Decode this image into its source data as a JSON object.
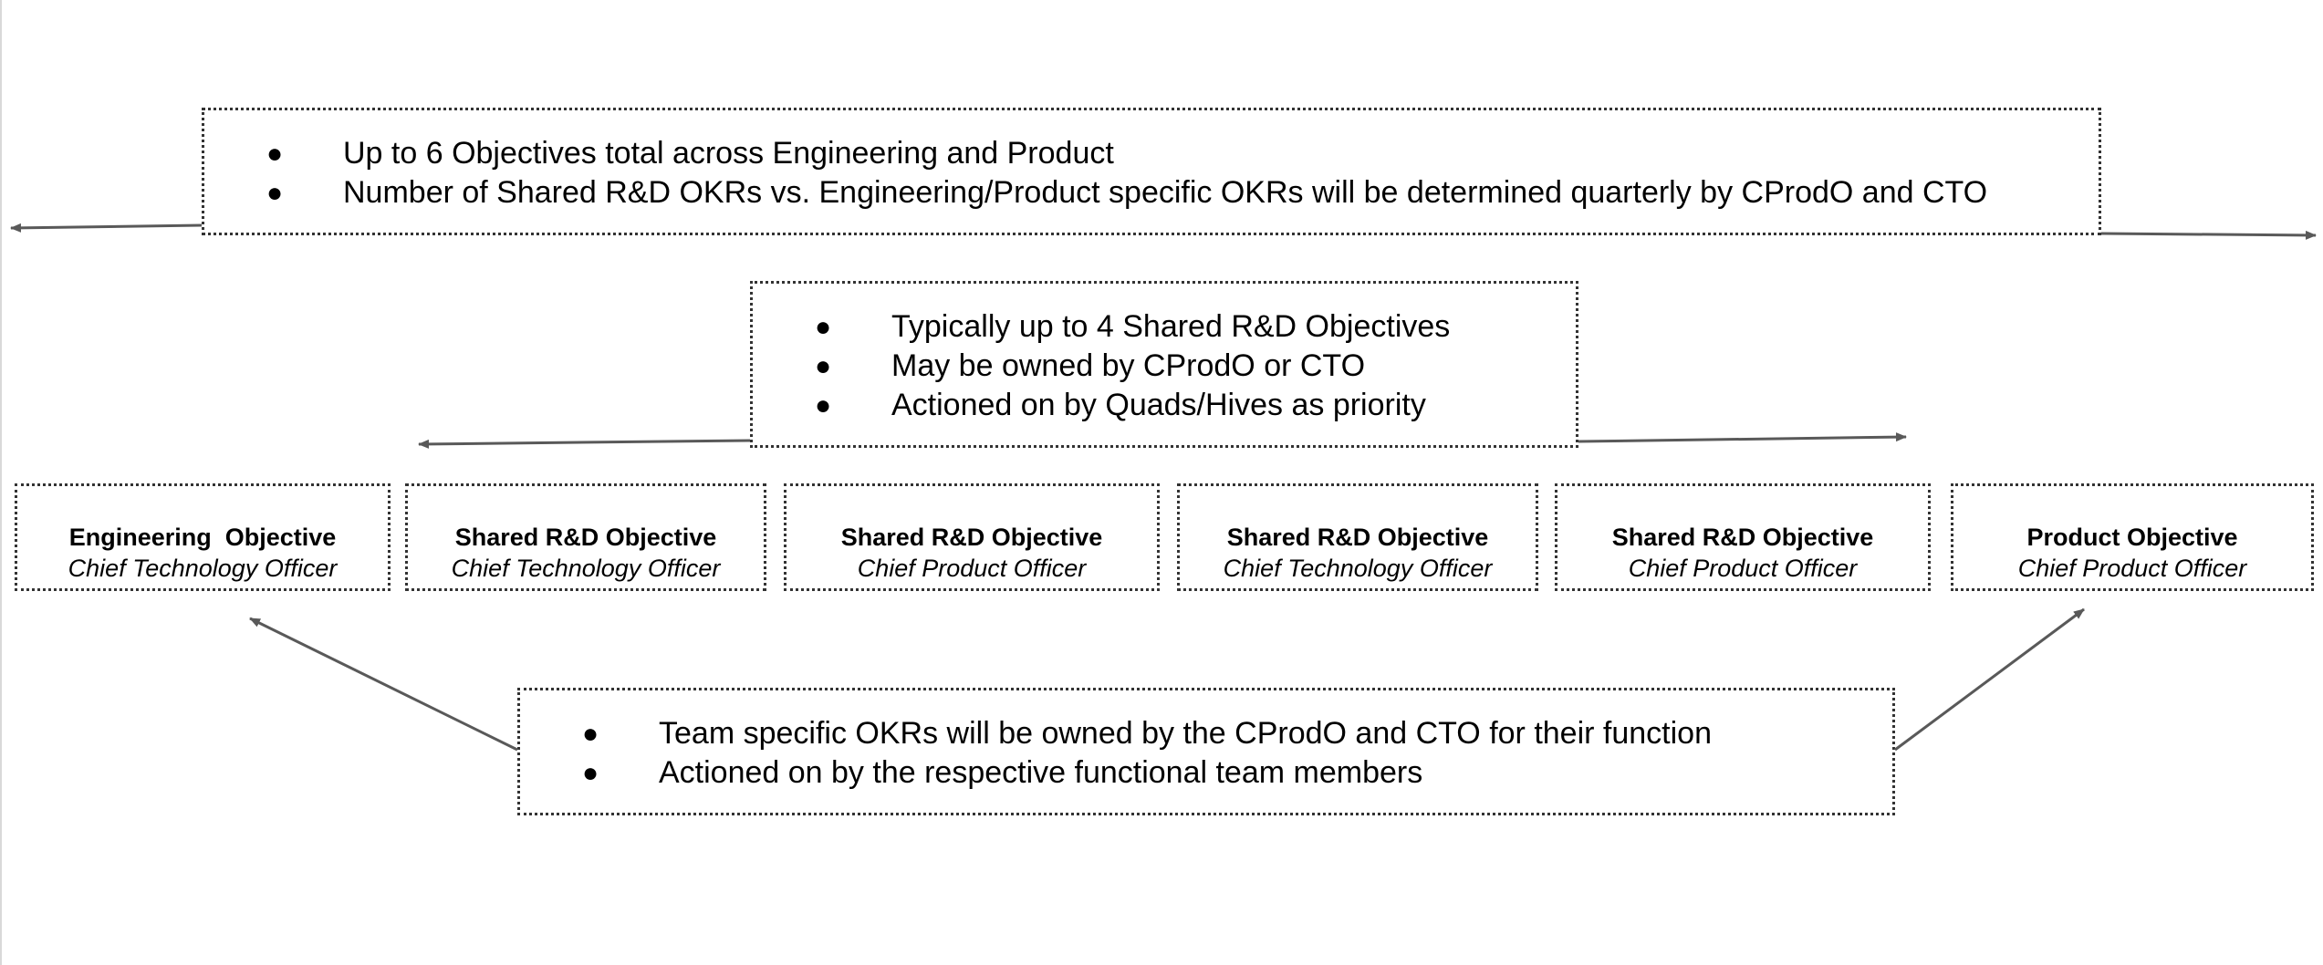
{
  "top_note": {
    "bullets": [
      "Up to  6 Objectives total across Engineering and Product",
      "Number of Shared R&D OKRs vs. Engineering/Product specific OKRs will be determined quarterly by CProdO and CTO"
    ]
  },
  "middle_note": {
    "bullets": [
      "Typically up to  4 Shared R&D Objectives",
      "May be owned by CProdO or CTO",
      "Actioned on by Quads/Hives as priority"
    ]
  },
  "objectives": [
    {
      "title": "Engineering  Objective",
      "owner": "Chief Technology Officer"
    },
    {
      "title": "Shared R&D Objective",
      "owner": "Chief Technology Officer"
    },
    {
      "title": "Shared R&D Objective",
      "owner": "Chief Product Officer"
    },
    {
      "title": "Shared R&D Objective",
      "owner": "Chief Technology Officer"
    },
    {
      "title": "Shared R&D Objective",
      "owner": "Chief Product Officer"
    },
    {
      "title": "Product Objective",
      "owner": "Chief Product Officer"
    }
  ],
  "bottom_note": {
    "bullets": [
      "Team specific OKRs will be owned by the CProdO and CTO for their function",
      "Actioned on by the respective functional team members"
    ]
  },
  "bullet_symbol": "●",
  "colors": {
    "border": "#333333",
    "arrow": "#595959",
    "text": "#000000"
  }
}
